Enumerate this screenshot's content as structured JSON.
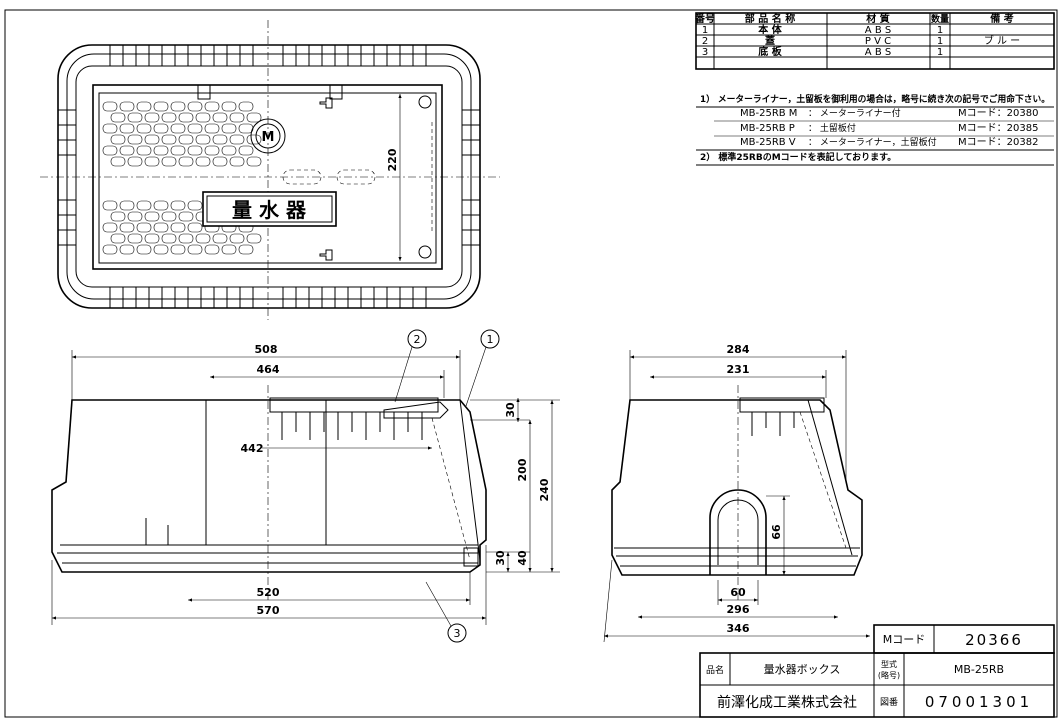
{
  "parts_table": {
    "headers": [
      "番号",
      "部 品 名 称",
      "材 質",
      "数量",
      "備 考"
    ],
    "rows": [
      [
        "1",
        "本 体",
        "A B S",
        "1",
        ""
      ],
      [
        "2",
        "蓋",
        "P V C",
        "1",
        "ブ ル ー"
      ],
      [
        "3",
        "底 板",
        "A B S",
        "1",
        ""
      ]
    ]
  },
  "notes": {
    "note1": "1） メーターライナー，土留板を御利用の場合は，略号に続き次の記号でご用命下さい。",
    "variants": [
      {
        "model": "MB-25RB M",
        "desc": "： メーターライナー付",
        "code": "Mコード：20380"
      },
      {
        "model": "MB-25RB P",
        "desc": "： 土留板付",
        "code": "Mコード：20385"
      },
      {
        "model": "MB-25RB V",
        "desc": "： メーターライナー，土留板付",
        "code": "Mコード：20382"
      }
    ],
    "note2": "2） 標準25RBのMコードを表記しております。"
  },
  "plan_view": {
    "lid_label": "量 水 器",
    "meter_symbol": "M",
    "dim_220": "220"
  },
  "front_view": {
    "dim_508": "508",
    "dim_464": "464",
    "dim_442": "442",
    "dim_520": "520",
    "dim_570": "570",
    "dim_30_top": "30",
    "dim_200": "200",
    "dim_240": "240",
    "dim_30_bottom": "30",
    "dim_40": "40"
  },
  "side_view": {
    "dim_284": "284",
    "dim_231": "231",
    "dim_66": "66",
    "dim_60": "60",
    "dim_296": "296",
    "dim_346": "346"
  },
  "balloons": {
    "b1": "1",
    "b2": "2",
    "b3": "3"
  },
  "title_block": {
    "mcode_label": "Mコード",
    "mcode_value": "20366",
    "name_label": "品名",
    "name_value": "量水器ボックス",
    "model_label_1": "型式",
    "model_label_2": "(略号)",
    "model_value": "MB-25RB",
    "company": "前澤化成工業株式会社",
    "drawing_no_label": "図番",
    "drawing_no": "07001301"
  }
}
